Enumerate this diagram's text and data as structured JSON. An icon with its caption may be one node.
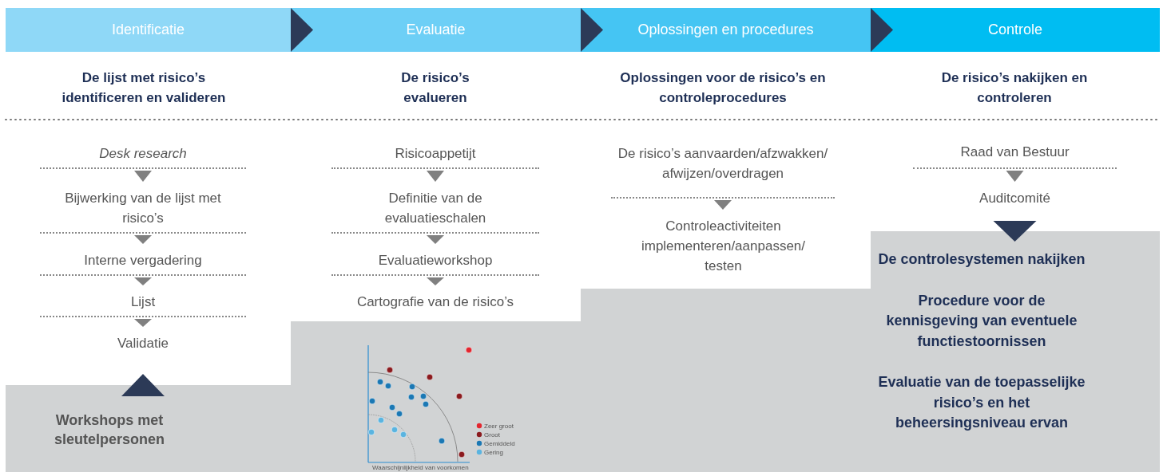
{
  "diagram": {
    "nodes": [
      {
        "text": [
          "Identificatie"
        ]
      },
      {
        "text": [
          "Evaluatie"
        ]
      },
      {
        "text": [
          "Oplossingen en procedures"
        ]
      },
      {
        "text": [
          "Controle"
        ]
      },
      {
        "text": [
          "Desk research"
        ]
      },
      {
        "text": [
          "Bijwerking van de lijst met risico’s"
        ]
      },
      {
        "text": [
          "Interne vergadering"
        ]
      },
      {
        "text": [
          "Lijst"
        ]
      },
      {
        "text": [
          "Validatie"
        ]
      },
      {
        "text": [
          "Workshops met sleutelpersonen"
        ]
      },
      {
        "text": [
          "Risicoappetijt"
        ]
      },
      {
        "text": [
          "Definitie van de evaluatieschalen"
        ]
      },
      {
        "text": [
          "Evaluatieworkshop"
        ]
      },
      {
        "text": [
          "Cartografie van de risico’s"
        ]
      },
      {
        "text": [
          "De risico’s aanvaarden/afzwakken/ afwijzen/overdragen"
        ]
      },
      {
        "text": [
          "Controleactiviteiten implementeren/aanpassen/ testen"
        ]
      },
      {
        "text": [
          "Raad van Bestuur"
        ]
      },
      {
        "text": [
          "Auditcomité"
        ]
      },
      {
        "text": [
          "De controlesystemen nakijken",
          "Procedure voor de kennisgeving van eventuele functiestoornissen",
          "Evaluatie van de toepasselijke risico’s en het beheersingsniveau ervan"
        ]
      }
    ],
    "edges": [
      {
        "from": 0,
        "to": 1,
        "arrow": "to"
      },
      {
        "from": 1,
        "to": 2,
        "arrow": "to"
      },
      {
        "from": 2,
        "to": 3,
        "arrow": "to"
      },
      {
        "from": 4,
        "to": 5,
        "arrow": "to"
      },
      {
        "from": 5,
        "to": 6,
        "arrow": "to"
      },
      {
        "from": 6,
        "to": 7,
        "arrow": "to"
      },
      {
        "from": 7,
        "to": 8,
        "arrow": "to"
      },
      {
        "from": 9,
        "to": 8,
        "arrow": "to"
      },
      {
        "from": 10,
        "to": 11,
        "arrow": "to"
      },
      {
        "from": 11,
        "to": 12,
        "arrow": "to"
      },
      {
        "from": 12,
        "to": 13,
        "arrow": "to"
      },
      {
        "from": 14,
        "to": 15,
        "arrow": "to"
      },
      {
        "from": 16,
        "to": 17,
        "arrow": "to"
      },
      {
        "from": 17,
        "to": 18,
        "arrow": "to"
      }
    ],
    "labels": [
      "De lijst met risico’s identificeren en valideren",
      "De risico’s evalueren",
      "Oplossingen voor de risico’s en controleprocedures",
      "De risico’s nakijken en controleren",
      "Waarschijnlijkheid van voorkomen"
    ],
    "legend": [
      {
        "text": "Zeer groot",
        "color": "#e3262f"
      },
      {
        "text": "Groot",
        "color": "#8b1a1e"
      },
      {
        "text": "Gemiddeld",
        "color": "#1b78b4"
      },
      {
        "text": "Gering",
        "color": "#5ab4e0"
      }
    ]
  }
}
